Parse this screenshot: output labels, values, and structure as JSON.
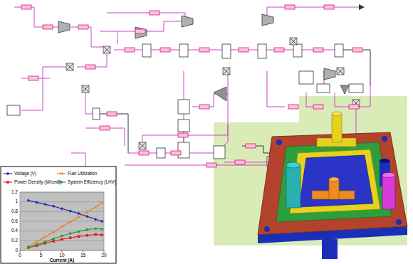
{
  "diagram": {
    "labels": [
      "1.2",
      "1",
      "0.8",
      "0.6",
      "0.4",
      "0.2",
      "0",
      "0",
      "5",
      "10",
      "15",
      "20",
      "Current (A)"
    ],
    "legend": [
      {
        "text": "Voltage (V)"
      },
      {
        "text": "Fuel Utilization"
      },
      {
        "text": "Power Density (W/cm2)"
      },
      {
        "text": "System Efficiency (LHV)"
      }
    ]
  }
}
